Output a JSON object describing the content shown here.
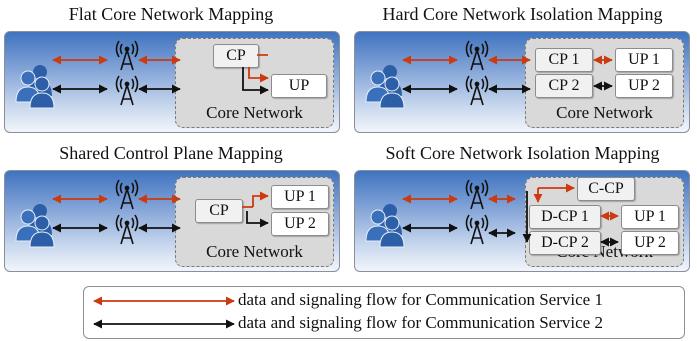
{
  "panels": [
    {
      "title": "Flat Core Network Mapping",
      "core_label": "Core Network",
      "functions": [
        "CP",
        "UP"
      ]
    },
    {
      "title": "Hard Core Network Isolation Mapping",
      "core_label": "Core Network",
      "functions": [
        "CP 1",
        "UP 1",
        "CP 2",
        "UP 2"
      ]
    },
    {
      "title": "Shared Control Plane Mapping",
      "core_label": "Core Network",
      "functions": [
        "CP",
        "UP 1",
        "UP 2"
      ]
    },
    {
      "title": "Soft Core Network Isolation Mapping",
      "core_label": "Core Network",
      "functions": [
        "C-CP",
        "D-CP 1",
        "UP 1",
        "D-CP 2",
        "UP 2"
      ]
    }
  ],
  "legend": {
    "service1": "data and signaling flow for Communication Service 1",
    "service2": "data and signaling flow for Communication Service 2"
  },
  "colors": {
    "service1": "#cc3a10",
    "service2": "#111111",
    "users": "#2d5fa8",
    "core": "#d9d9d9"
  },
  "icons": [
    "users-icon",
    "antenna-icon"
  ]
}
